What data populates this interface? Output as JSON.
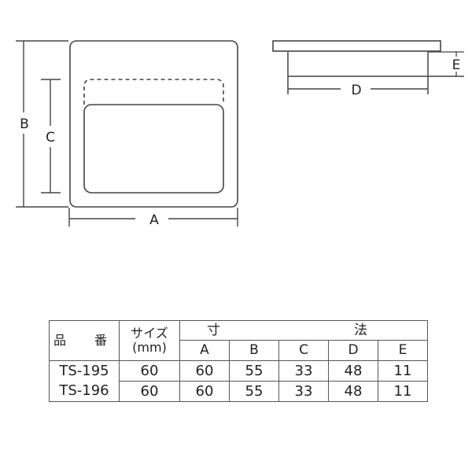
{
  "diagrams": {
    "front_view": {
      "labels": {
        "A": "A",
        "B": "B",
        "C": "C"
      }
    },
    "side_view": {
      "labels": {
        "D": "D",
        "E": "E"
      }
    }
  },
  "table": {
    "header": {
      "part_number": "品　番",
      "size_line1": "サイズ",
      "size_line2": "(mm)",
      "dimension_left": "寸",
      "dimension_right": "法",
      "columns": [
        "A",
        "B",
        "C",
        "D",
        "E"
      ]
    },
    "rows": [
      {
        "part_number": "TS-195",
        "size": "60",
        "A": "60",
        "B": "55",
        "C": "33",
        "D": "48",
        "E": "11"
      },
      {
        "part_number": "TS-196",
        "size": "60",
        "A": "60",
        "B": "55",
        "C": "33",
        "D": "48",
        "E": "11"
      }
    ]
  },
  "colors": {
    "line": "#444444",
    "text": "#222222",
    "background": "#ffffff"
  }
}
